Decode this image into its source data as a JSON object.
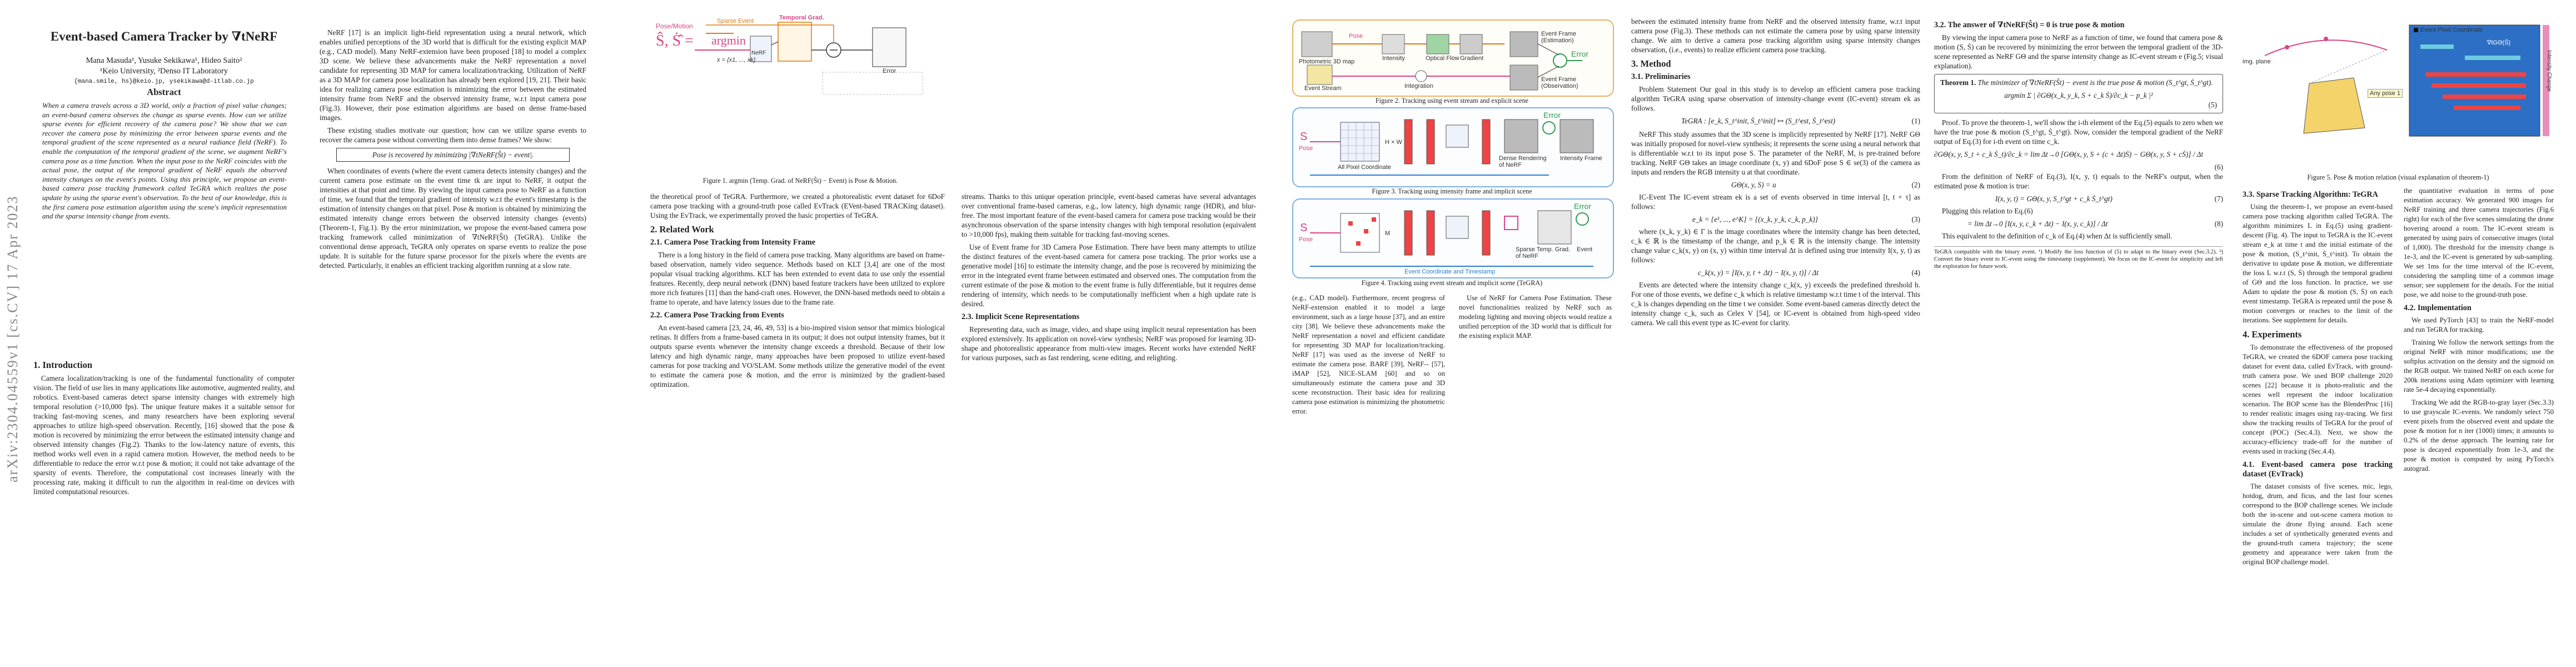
{
  "arxiv_stamp": "arXiv:2304.04559v1  [cs.CV]  17 Apr 2023",
  "paper": {
    "title": "Event-based Camera Tracker by ∇tNeRF",
    "authors": "Mana Masuda¹, Yusuke Sekikawa¹, Hideo Saito²",
    "affiliations": "¹Keio University, ²Denso IT Laboratory",
    "emails": "{mana.smile, hs}@keio.jp, ysekikawa@d-itlab.co.jp",
    "abstract_heading": "Abstract",
    "abstract": "When a camera travels across a 3D world, only a fraction of pixel value changes; an event-based camera observes the change as sparse events. How can we utilize sparse events for efficient recovery of the camera pose? We show that we can recover the camera pose by minimizing the error between sparse events and the temporal gradient of the scene represented as a neural radiance field (NeRF). To enable the computation of the temporal gradient of the scene, we augment NeRF's camera pose as a time function. When the input pose to the NeRF coincides with the actual pose, the output of the temporal gradient of NeRF equals the observed intensity changes on the event's points. Using this principle, we propose an event-based camera pose tracking framework called TeGRA which realizes the pose update by using the sparse event's observation. To the best of our knowledge, this is the first camera pose estimation algorithm using the scene's implicit representation and the sparse intensity change from events."
  },
  "sections": {
    "intro": "1. Introduction",
    "related": "2. Related Work",
    "related_21": "2.1. Camera Pose Tracking from Intensity Frame",
    "related_22": "2.2. Camera Pose Tracking from Events",
    "related_23": "2.3. Implicit Scene Representations",
    "method": "3. Method",
    "method_31": "3.1. Preliminaries",
    "method_32": "3.2. The answer of ∇tNeRF(Ŝt) = 0 is true pose & motion",
    "method_33": "3.3. Sparse Tracking Algorithm: TeGRA",
    "experiments": "4. Experiments",
    "exp_41": "4.1. Event-based camera pose tracking dataset (EvTrack)",
    "exp_42": "4.2. Implementation"
  },
  "text": {
    "intro_p1": "Camera localization/tracking is one of the fundamental functionality of computer vision. The field of use lies in many applications like automotive, augmented reality, and robotics. Event-based cameras detect sparse intensity changes with extremely high temporal resolution (>10,000 fps). The unique feature makes it a suitable sensor for tracking fast-moving scenes, and many researchers have been exploring several approaches to utilize high-speed observation. Recently, [16] showed that the pose & motion is recovered by minimizing the error between the estimated intensity change and observed intensity changes (Fig.2). Thanks to the low-latency nature of events, this method works well even in a rapid camera motion. However, the method needs to be differentiable to reduce the error w.r.t pose & motion; it could not take advantage of the sparsity of events. Therefore, the computational cost increases linearly with the processing rate, making it difficult to run the algorithm in real-time on devices with limited computational resources.",
    "c2_p1": "NeRF [17] is an implicit light-field representation using a neural network, which enables unified perceptions of the 3D world that is difficult for the existing explicit MAP (e.g., CAD model). Many NeRF-extension have been proposed [18] to model a complex 3D scene. We believe these advancements make the NeRF representation a novel candidate for representing 3D MAP for camera localization/tracking. Utilization of NeRF as a 3D MAP for camera pose localization has already been explored [19, 21]. Their basic idea for realizing camera pose estimation is minimizing the error between the estimated intensity frame from NeRF and the observed intensity frame, w.r.t input camera pose (Fig.3). However, their pose estimation algorithms are based on dense frame-based images.",
    "c2_p2": "These existing studies motivate our question; how can we utilize sparse events to recover the camera pose without converting them into dense frames? We show:",
    "c2_boxed": "Pose is recovered by minimizing |∇tNeRF(Ŝt) − event|.",
    "c2_p3": "When coordinates of events (where the event camera detects intensity changes) and the current camera pose estimate on the event time tk are input to NeRF, it output the intensities at that point and time. By viewing the input camera pose to NeRF as a function of time, we found that the temporal gradient of intensity w.r.t the event's timestamp is the estimation of intensity changes on that pixel. Pose & motion is obtained by minimizing the estimated intensity change errors between the observed intensity changes (events) (Theorem-1, Fig.1). By the error minimization, we propose the event-based camera pose tracking framework called minimization of ∇tNeRF(Ŝt) (TeGRA). Unlike the conventional dense approach, TeGRA only operates on sparse events to realize the pose update. It is suitable for the future sparse processor for the pixels where the events are detected. Particularly, it enables an efficient tracking algorithm running at a slow rate.",
    "c3_p1": "the theoretical proof of TeGRA. Furthermore, we created a photorealistic event dataset for 6DoF camera pose tracking with a ground-truth pose called EvTrack (EVent-based TRACKing dataset). Using the EvTrack, we experimentally proved the basic properties of TeGRA.",
    "c3_s21": "There is a long history in the field of camera pose tracking. Many algorithms are based on frame-based observation, namely video sequence. Methods based on KLT [3,4] are one of the most popular visual tracking algorithms. KLT has been extended to event data to use only the essential features. Recently, deep neural network (DNN) based feature trackers have been utilized to explore more rich features [11] than the hand-craft ones. However, the DNN-based methods need to obtain a frame to operate, and have latency issues due to the frame rate.",
    "c3_s22": "An event-based camera [23, 24, 46, 49, 53] is a bio-inspired vision sensor that mimics biological retinas. It differs from a frame-based camera in its output; it does not output intensity frames, but it outputs sparse events whenever the intensity change exceeds a threshold. Because of their low latency and high dynamic range, many approaches have been proposed to utilize event-based cameras for pose tracking and VO/SLAM. Some methods utilize the generative model of the event to estimate the camera pose & motion, and the error is minimized by the gradient-based optimization.",
    "c4_p1": "streams. Thanks to this unique operation principle, event-based cameras have several advantages over conventional frame-based cameras, e.g., low latency, high dynamic range (HDR), and blur-free. The most important feature of the event-based camera for camera pose tracking would be their asynchronous observation of the sparse intensity changes with high temporal resolution (equivalent to >10,000 fps), making them suitable for tracking fast-moving scenes.",
    "c4_s_useframe": "Use of Event frame for 3D Camera Pose Estimation. There have been many attempts to utilize the distinct features of the event-based camera for camera pose tracking. The prior works use a generative model [16] to estimate the intensity change, and the pose is recovered by minimizing the error in the integrated event frame between estimated and observed ones. The computation from the current estimate of the pose & motion to the event frame is fully differentiable, but it requires dense rendering of intensity, which needs to be computationally inefficient when a high update rate is desired.",
    "c4_s23": "Representing data, such as image, video, and shape using implicit neural representation has been explored extensively. Its application on novel-view synthesis; NeRF was proposed for learning 3D-shape and photorealistic appearance from multi-view images. Recent works have extended NeRF for various purposes, such as fast rendering, scene editing, and relighting.",
    "c5_p1": "(e.g., CAD model). Furthermore, recent progress of NeRF-extension enabled it to model a large environment, such as a large house [37], and an entire city [38]. We believe these advancements make the NeRF representation a novel and efficient candidate for representing 3D MAP for localization/tracking. NeRF [17] was used as the inverse of NeRF to estimate the camera pose. BARF [39], NeRF-- [57], iMAP [52], NICE-SLAM [60] and so on simultaneously estimate the camera pose and 3D scene reconstruction. Their basic idea for realizing camera pose estimation is minimizing the photometric error.",
    "c5_s_usenerf": "Use of NeRF for Camera Pose Estimation. These novel functionalities realized by NeRF such as modeling lighting and moving objects would realize a unified perception of the 3D world that is difficult for the existing explicit MAP.",
    "c6_p1": "between the estimated intensity frame from NeRF and the observed intensity frame, w.r.t input camera pose (Fig.3). These methods can not estimate the camera pose by using sparse intensity change. We aim to derive a camera pose tracking algorithm using sparse intensity changes observation, (i.e., events) to realize efficient camera pose tracking.",
    "c6_prob": "Problem Statement Our goal in this study is to develop an efficient camera pose tracking algorithm TeGRA using sparse observation of intensity-change event (IC-event) stream ek as follows.",
    "c6_nerf": "NeRF This study assumes that the 3D scene is implicitly represented by NeRF [17]. NeRF GΘ was initially proposed for novel-view synthesis; it represents the scene using a neural network that is differentiable w.r.t to its input pose S. The parameter of the NeRF, M, is pre-trained before tracking. NeRF GΘ takes an image coordinate (x, y) and 6DoF pose S ∈ se(3) of the camera as inputs and renders the RGB intensity u at that coordinate.",
    "c6_ic": "IC-Event The IC-event stream ek is a set of events observed in time interval [t, t + τ] as follows:",
    "c6_ic2": "where (x_k, y_k) ∈ Γ is the image coordinates where the intensity change has been detected, c_k ∈ ℝ is the timestamp of the change, and p_k ∈ ℝ is the intensity change. The intensity change value c_k(x, y) on (x, y) within time interval Δt is defined using true intensity I(x, y, t) as follows:",
    "c6_ic3": "Events are detected where the intensity change c_k(x, y) exceeds the predefined threshold h. For one of those events, we define c_k which is relative timestamp w.r.t time t of the interval. This c_k is changes depending on the time t we consider. Some event-based cameras directly detect the intensity change c_k, such as Celex V [54], or IC-event is obtained from high-speed video camera. We call this event type as IC-event for clarity.",
    "c7_p1": "By viewing the input camera pose to NeRF as a function of time, we found that camera pose & motion (S, Ṡ) can be recovered by minimizing the error between the temporal gradient of the 3D-scene represented as NeRF GΘ and the sparse intensity change as IC-event stream e (Fig.5; visual explanation).",
    "theorem_title": "Theorem 1.",
    "theorem_text": "The minimizer of ∇tNeRF(Ŝt) − event is the true pose & motion (S_t^gt, Ṡ_t^gt).",
    "c7_proof": "Proof. To prove the theorem-1, we'll show the i-th element of the Eq.(5) equals to zero when we have the true pose & motion (S_t^gt, Ṡ_t^gt). Now, consider the temporal gradient of the NeRF output of Eq.(3) for i-th event on time c_k.",
    "c7_def": "From the definition of NeRF of Eq.(3), I(x, y, t) equals to the NeRF's output, when the estimated pose & motion is true:",
    "c7_plug": "Plugging this relation to Eq.(6)",
    "c7_plug2": "This equivalent to the definition of c_k of Eq.(4) when Δt is sufficiently small.",
    "c7_footnote": "TeGRA compatible with the binary event. ¹) Modify the loss function of (5) to adapt to the binary event (Sec.3.2). ²) Convert the binary event to IC-event using the timestamp (supplement). We focus on the IC-event for simplicity and left the exploration for future work.",
    "c8_s33": "Using the theorem-1, we propose an event-based camera pose tracking algorithm called TeGRA. The algorithm minimizes L in Eq.(5) using gradient-descent (Fig. 4). The input to TeGRA is the IC-event stream e_k at time t and the initial estimate of the pose & motion, (S_t^init, Ṡ_t^init). To obtain the derivative to update pose & motion, we differentiate the loss L w.r.t (S, Ṡ) through the temporal gradient of GΘ and the loss function. In practice, we use Adam to update the pose & motion (S, Ṡ) on each event timestamp. TeGRA is repeated until the pose & motion converges or reaches to the limit of the iterations. See supplement for details.",
    "c8_exp": "To demonstrate the effectiveness of the proposed TeGRA, we created the 6DOF camera pose tracking dataset for event data, called EvTrack, with ground-truth camera pose. We used BOP challenge 2020 scenes [22] because it is photo-realistic and the scenes well represent the indoor localization scenarios. The BOP scene has the BlenderProc [16] to render realistic images using ray-tracing. We first show the tracking results of TeGRA for the proof of concept (POC) (Sec.4.3). Next, we show the accuracy-efficiency trade-off for the number of events used in tracking (Sec.4.4).",
    "c8_41": "The dataset consists of five scenes, mic, lego, hotdog, drum, and ficus, and the last four scenes correspond to the BOP challenge scenes. We include both the in-scene and out-scene camera motion to simulate the drone flying around. Each scene includes a set of synthetically generated events and the ground-truth camera trajectory; the scene geometry and appearance were taken from the original BOP challenge model.",
    "c9_p1": "the quantitative evaluation in terms of pose estimation accuracy. We generated 900 images for NeRF training and three camera trajectories (Fig.6 right) for each of the five scenes simulating the drone hovering around a room. The IC-event stream is generated by using pairs of consecutive images (total of 1,000). The threshold for the intensity change is 1e-3, and the IC-event is generated by sub-sampling. We set 1ms for the time interval of the IC-event, considering the sampling time of a common image sensor; see supplement for the details. For the initial pose, we add noise to the ground-truth pose.",
    "c9_42": "We used PyTorch [43] to train the NeRF-model and run TeGRA for tracking.",
    "c9_train": "Training We follow the network settings from the original NeRF with minor modifications; use the softplus activation on the density and the sigmoid on the RGB output. We trained NeRF on each scene for 200k iterations using Adam optimizer with learning rate 5e-4 decaying exponentially.",
    "c9_track": "Tracking We add the RGB-to-gray layer (Sec.3.3) to use grayscale IC-events. We randomly select 750 event pixels from the observed event and update the pose & motion for n iter (1000) times; it amounts to 0.2% of the dense approach. The learning rate for pose is decayed exponentially from 1e-3, and the pose & motion is computed by using PyTorch's autograd."
  },
  "figures": {
    "fig1": {
      "caption": "Figure 1. argmin (Temp. Grad. of NeRF(Ŝt) − Event) is Pose & Motion.",
      "pose_motion": "Pose/Motion",
      "argmin": "argmin",
      "sparse_event": "Sparse Event",
      "temporal_grad": "Temporal Grad.",
      "error": "Error",
      "nerf": "NeRF",
      "event_coords": "x = {x1, ..., xk}"
    },
    "fig2": {
      "caption": "Figure 2. Tracking using event stream and explicit scene",
      "photometric": "Photometric 3D map",
      "pose": "Pose",
      "intensity": "Intensity",
      "optical_flow": "Optical Flow",
      "gradient": "Gradient",
      "event_frame_est": "Event Frame (Estimation)",
      "event_stream": "Event Stream",
      "integration": "Integration",
      "event_frame_obs": "Event Frame (Observation)",
      "error": "Error"
    },
    "fig3": {
      "caption": "Figure 3. Tracking using intensity frame and implicit scene",
      "pose": "Pose",
      "all_pixel": "All Pixel Coordinate",
      "hw": "H × W",
      "dense": "Dense Rendering of NeRF",
      "intensity_frame": "Intensity Frame",
      "error": "Error"
    },
    "fig4": {
      "caption": "Figure 4. Tracking using event stream and implicit scene (TeGRA)",
      "pose": "Pose",
      "m": "M",
      "sparse": "Sparse Temp. Grad. of NeRF",
      "event": "Event",
      "coord_timestamp": "Event Coordinate and Timestamp",
      "error": "Error"
    },
    "fig5": {
      "caption": "Figure 5. Pose & motion relation (visual explanation of theorem-1)",
      "legend": "Event Pixel Coordinate",
      "img_plane": "img. plane",
      "any_pose": "Any pose 1",
      "gradient": "∇tGΘ(Ŝ)",
      "intensity_change": "Intensity Change"
    }
  },
  "equations": {
    "tegra": "TeGRA : [e_k, S_t^init, Ṡ_t^init] ↦ (S_t^est, Ṡ_t^est)",
    "eq1": "(1)",
    "nerf": "GΘ(x, y, S) = u",
    "eq2": "(2)",
    "event": "e_k = {e¹, ..., e^K} = {(x_k, y_k, c_k, p_k)}",
    "eq3": "(3)",
    "intensity_change": "c_k(x, y) = [I(x, y, t + Δt) − I(x, y, t)] / Δt",
    "eq4": "(4)",
    "eq5": "(5)",
    "eq6": "(6)",
    "eq7": "(7)",
    "eq8": "(8)",
    "nerf_true": "I(x, y, t) = GΘ(x, y, S_t^gt + c_k Ṡ_t^gt)",
    "grad_def": "∂GΘ(x, y, S_t + c_k Ṡ_t)/∂c_k = lim Δt→0 [GΘ(x, y, S + (c + Δt)Ṡ) − GΘ(x, y, S + cṠ)] / Δt",
    "plug": "= lim Δt→0 [I(x, y, c_k + Δt) − I(x, y, c_k)] / Δt",
    "argmin_loss": "argmin Σ | ∂GΘ(x_k, y_k, S + c_k Ṡ)/∂c_k − p_k |²"
  },
  "colors": {
    "orange": "#e07a10",
    "pink": "#d9448a",
    "green": "#2f9a4e",
    "blue": "#2b7fd1",
    "fig_border": "#e4b46b"
  }
}
